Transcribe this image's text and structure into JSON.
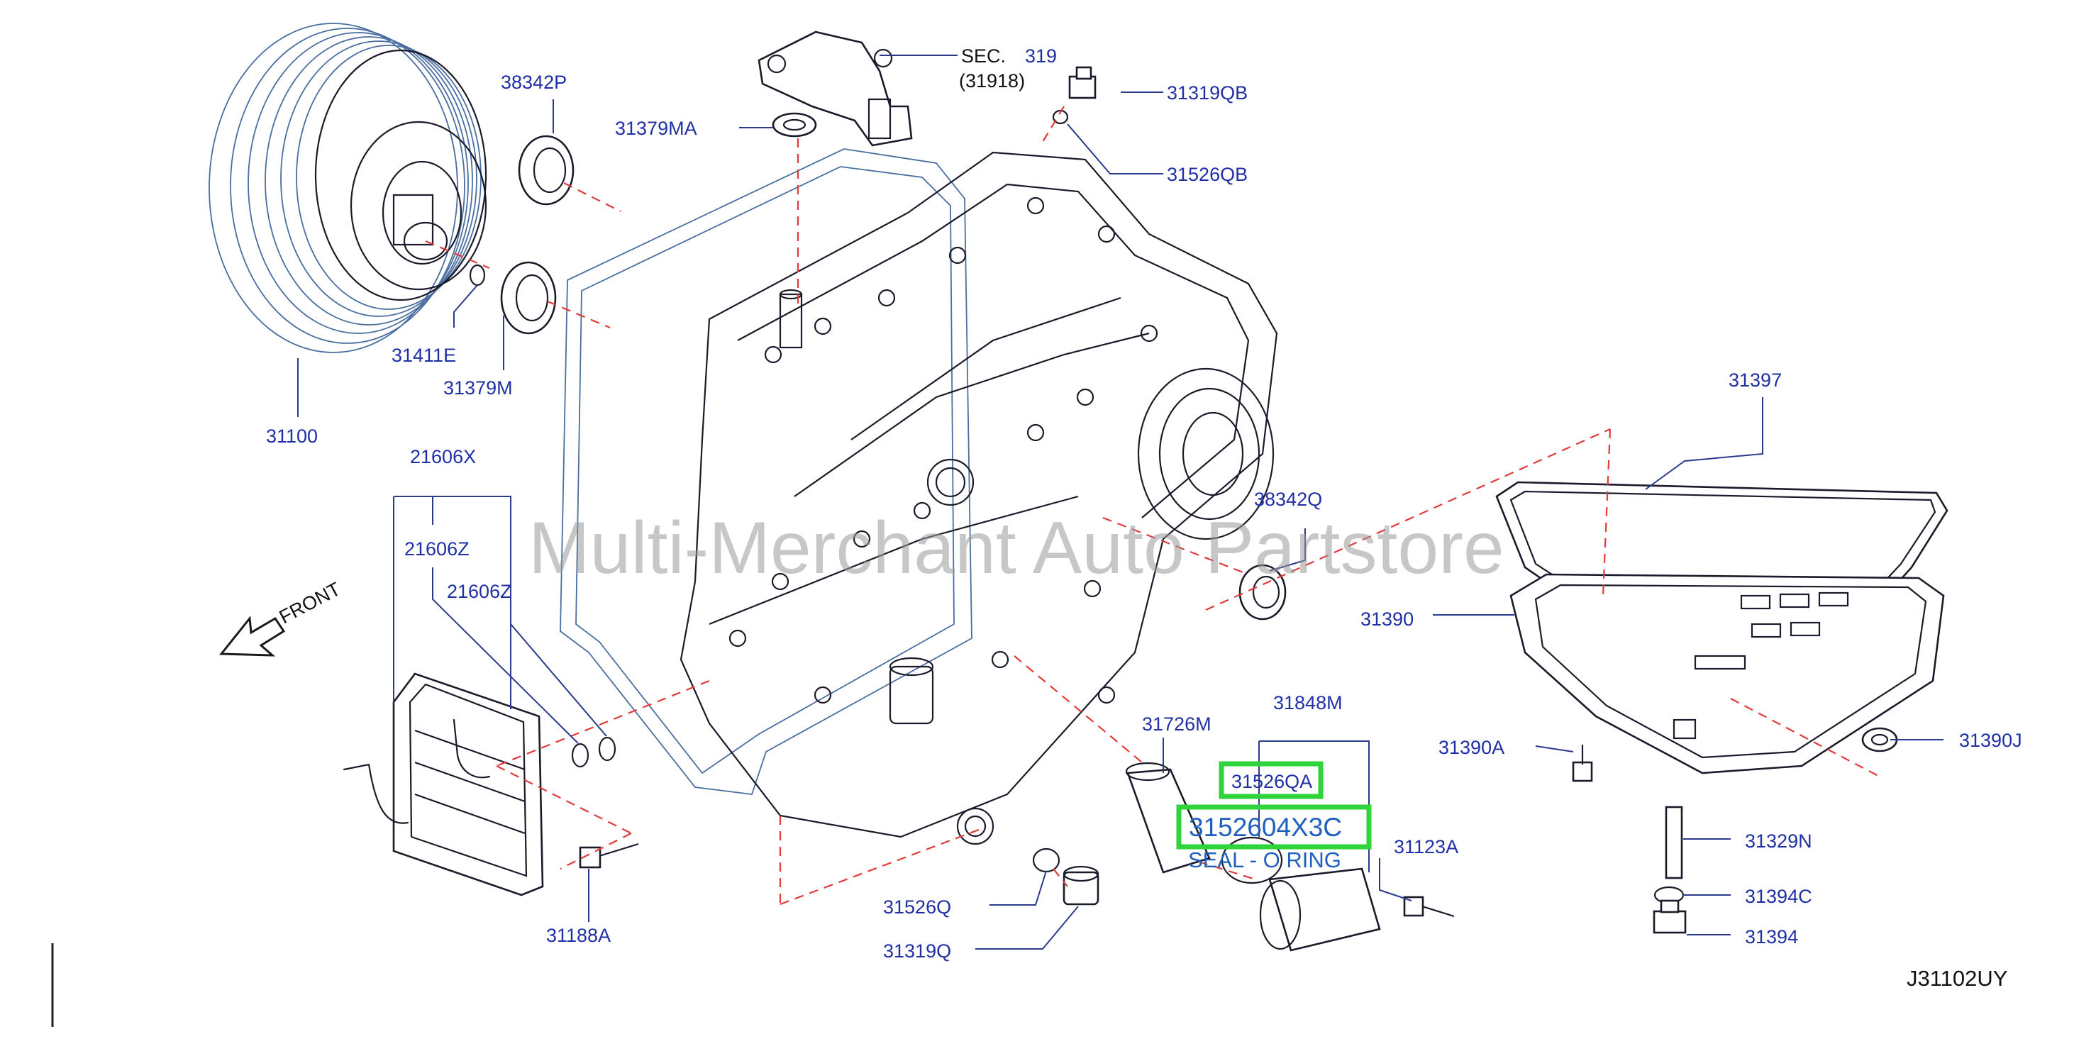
{
  "diagram": {
    "code": "J31102UY",
    "watermark": "Multi-Merchant Auto Partstore",
    "front_label": "FRONT",
    "sec_ref": {
      "prefix": "SEC.",
      "number": "319",
      "part": "(31918)"
    },
    "labels": {
      "p31100": "31100",
      "p38342P": "38342P",
      "p31379MA": "31379MA",
      "p31319QB": "31319QB",
      "p31526QB": "31526QB",
      "p31411E": "31411E",
      "p31379M": "31379M",
      "p21606X": "21606X",
      "p21606Z_a": "21606Z",
      "p21606Z_b": "21606Z",
      "p31397": "31397",
      "p38342Q": "38342Q",
      "p31390": "31390",
      "p31726M": "31726M",
      "p31848M": "31848M",
      "p31390A": "31390A",
      "p31390J": "31390J",
      "p31123A": "31123A",
      "p31329N": "31329N",
      "p31394C": "31394C",
      "p31394": "31394",
      "p31526Q": "31526Q",
      "p31319Q": "31319Q",
      "p31188A": "31188A"
    },
    "highlighted": {
      "top": "31526QA",
      "main": "3152604X3C",
      "desc": "SEAL - O RING"
    },
    "colors": {
      "label": "#1f2fa6",
      "highlight": "#2fd43a",
      "dashed_leader": "#e23a3a"
    }
  }
}
